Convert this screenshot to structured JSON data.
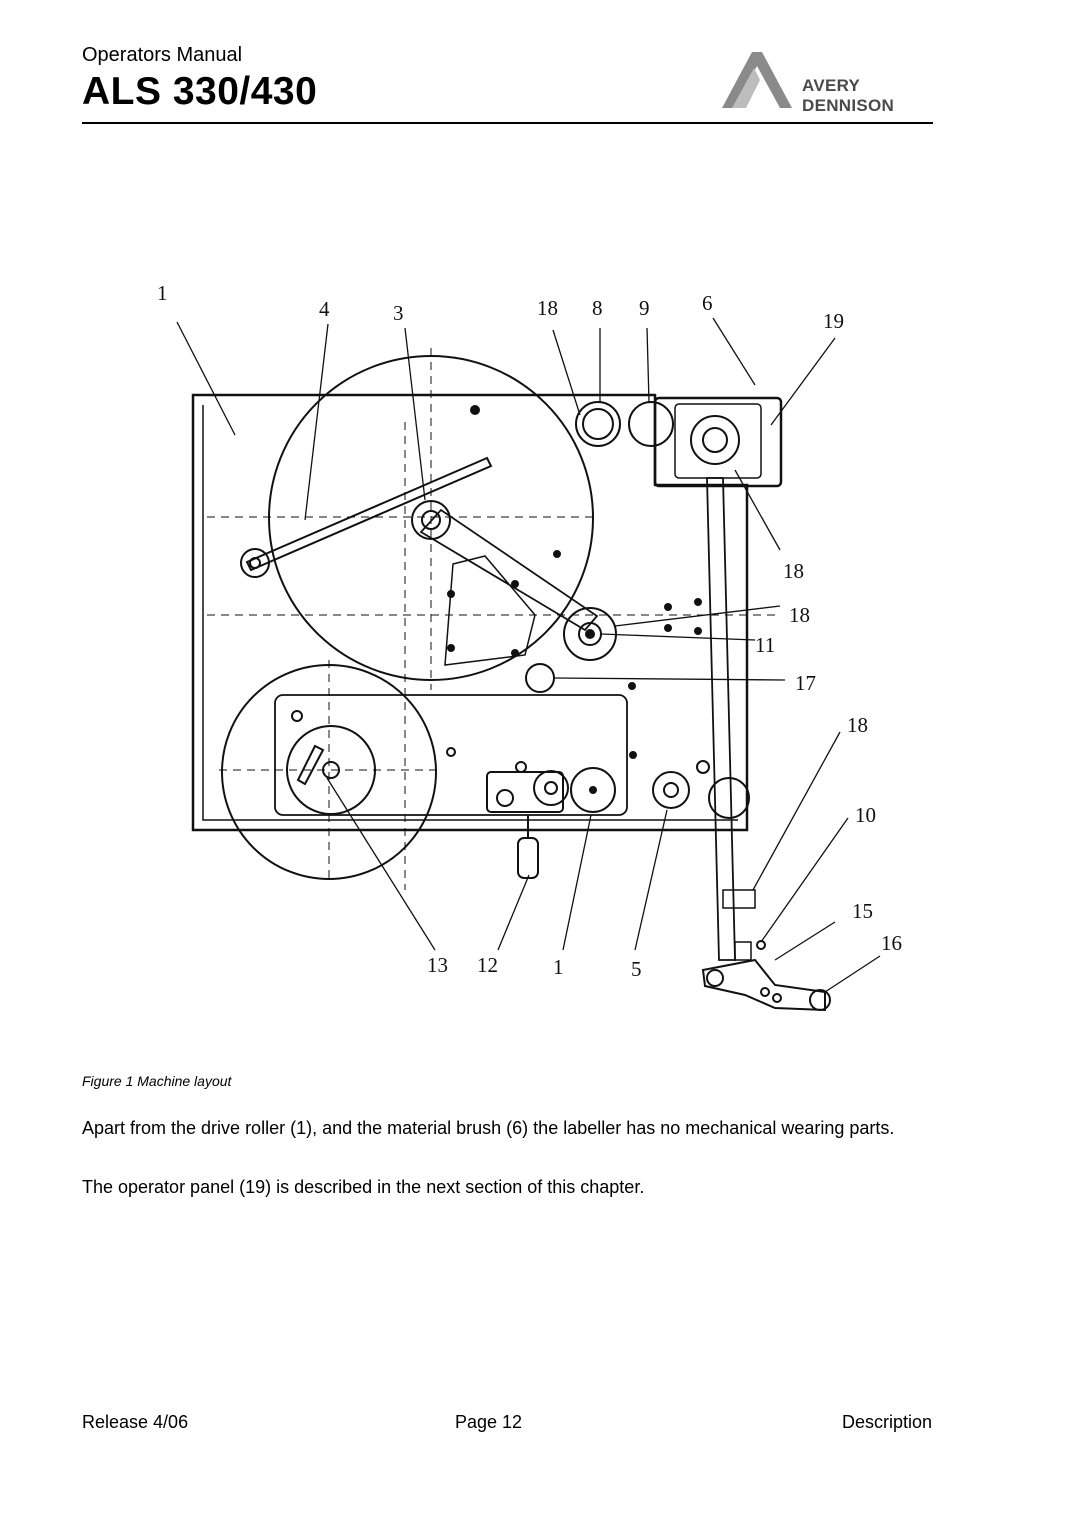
{
  "header": {
    "subtitle": "Operators Manual",
    "title": "ALS 330/430",
    "logo": {
      "line1": "AVERY",
      "line2": "DENNISON",
      "icon": "avery-dennison-logo"
    }
  },
  "figure": {
    "caption": "Figure 1 Machine layout",
    "callouts": [
      "1",
      "4",
      "3",
      "18",
      "8",
      "9",
      "6",
      "19",
      "18",
      "18",
      "11",
      "17",
      "18",
      "10",
      "15",
      "16",
      "13",
      "12",
      "1",
      "5"
    ]
  },
  "body": {
    "paragraph1": "Apart from the drive roller (1), and the material brush (6) the labeller has no mechanical wearing parts.",
    "paragraph2": "The operator panel (19) is described in the next section of this chapter."
  },
  "footer": {
    "release": "Release 4/06",
    "page": "Page 12",
    "section": "Description"
  }
}
